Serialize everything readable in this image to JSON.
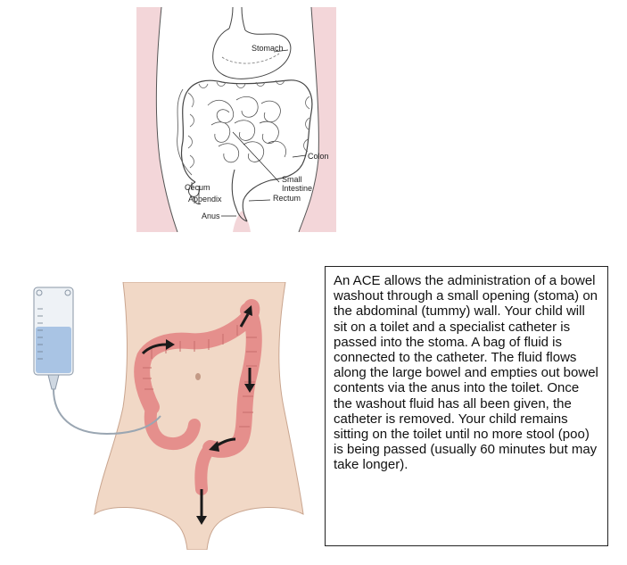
{
  "top_diagram": {
    "labels": {
      "stomach": "Stomach",
      "colon": "Colon",
      "small_intestine_line1": "Small",
      "small_intestine_line2": "Intestine",
      "cecum": "Cecum",
      "appendix": "Appendix",
      "rectum": "Rectum",
      "anus": "Anus"
    }
  },
  "caption": {
    "text": "An ACE allows the administration of a bowel washout through a small opening (stoma) on the abdominal (tummy) wall. Your child will sit on a toilet and a specialist catheter is passed into the stoma. A bag of fluid is connected to the catheter. The fluid flows along the large bowel and empties out bowel contents via the anus into the toilet. Once the washout fluid has all been given, the catheter is removed. Your child remains sitting on the toilet until no more stool (poo) is being passed (usually 60 minutes but may take longer)."
  },
  "colors": {
    "skin_band": "#f3d6d9",
    "torso_skin": "#f1d8c6",
    "bowel": "#e58f8c",
    "fluid": "#a9c4e4",
    "arrow": "#1a1a1a"
  }
}
